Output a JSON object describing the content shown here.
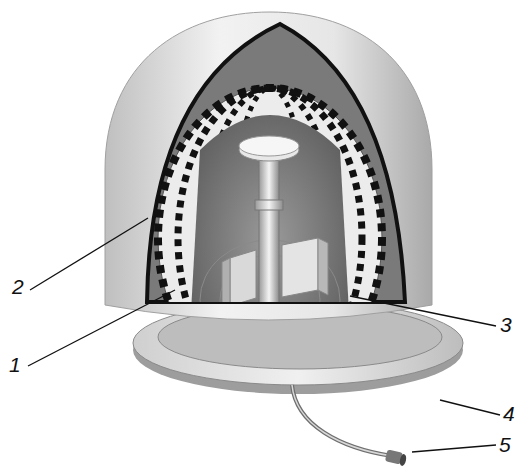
{
  "diagram": {
    "labels": [
      "2",
      "1",
      "3",
      "4",
      "5"
    ]
  }
}
